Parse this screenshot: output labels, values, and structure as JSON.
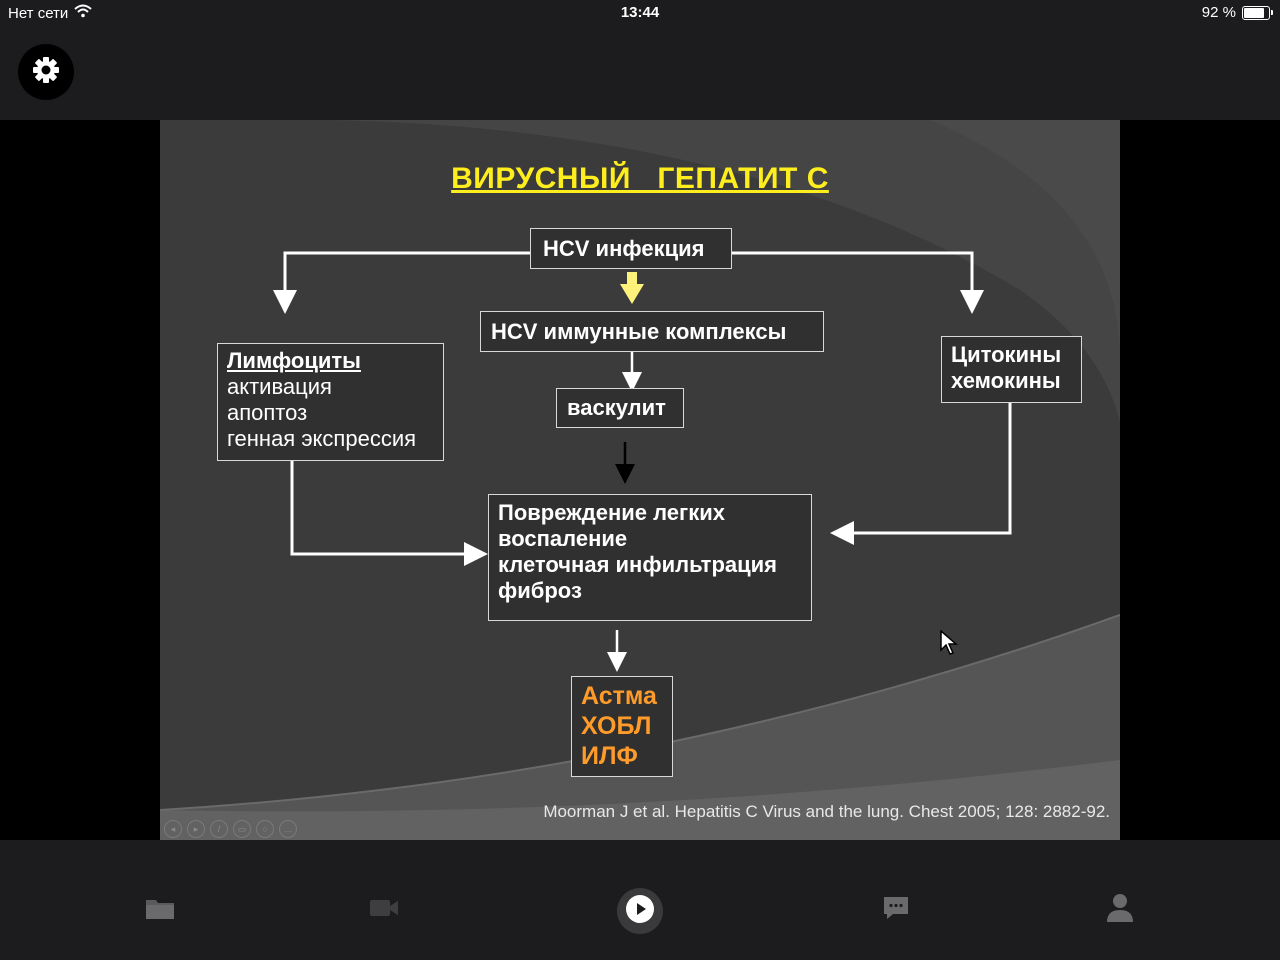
{
  "status_bar": {
    "network": "Нет сети",
    "time": "13:44",
    "battery": "92 %",
    "battery_level": 0.92
  },
  "slide": {
    "title": "ВИРУСНЫЙ   ГЕПАТИТ С",
    "hcv_infection": "HCV инфекция",
    "immune_complexes": "HCV иммунные комплексы",
    "vasculitis": "васкулит",
    "lymphocytes": {
      "heading": "Лимфоциты",
      "lines": [
        "активация",
        "апоптоз",
        "генная экспрессия"
      ]
    },
    "cytokines": [
      "Цитокины",
      "хемокины"
    ],
    "lung_damage": [
      "Повреждение легких",
      "воспаление",
      "клеточная инфильтрация",
      "фиброз"
    ],
    "outcomes": [
      "Астма",
      "ХОБЛ",
      "ИЛФ"
    ],
    "citation": "Moorman J et al. Hepatitis C Virus and the lung. Chest 2005; 128: 2882-92."
  },
  "icons": {
    "settings": "gear-icon",
    "tabs": [
      "folder-icon",
      "video-camera-icon",
      "play-icon",
      "chat-icon",
      "person-icon"
    ]
  },
  "colors": {
    "title": "#ffee1e",
    "outcomes": "#ff9b2a",
    "bars": "#1c1c1e"
  }
}
